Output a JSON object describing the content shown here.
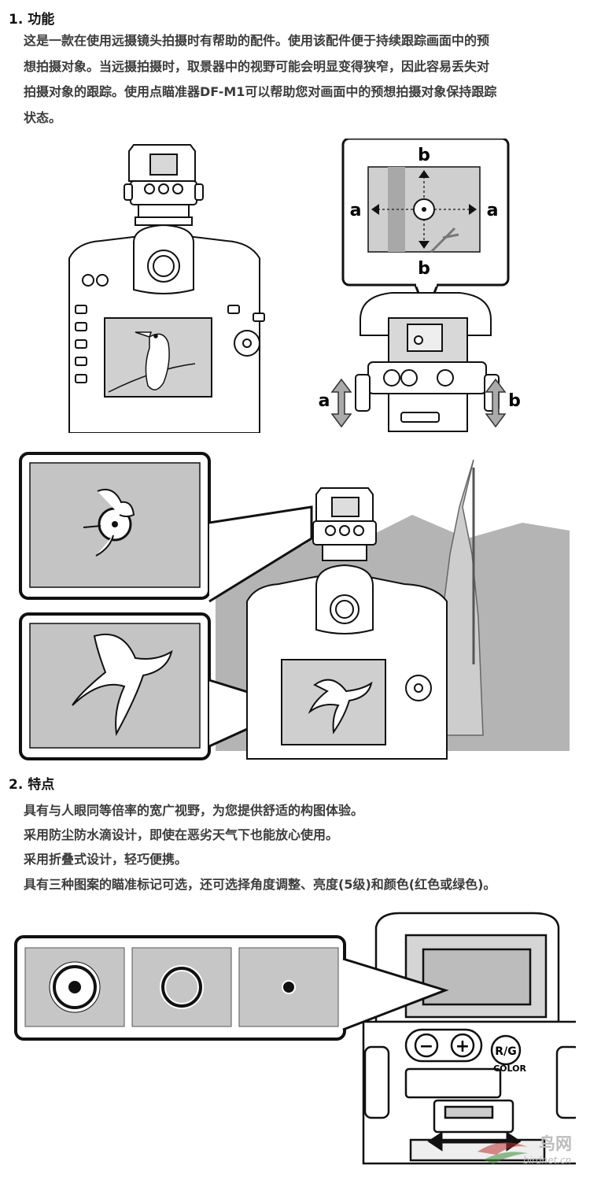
{
  "section1": {
    "heading": "1. 功能",
    "lines": [
      "这是一款在使用远摄镜头拍摄时有帮助的配件。使用该配件便于持续跟踪画面中的预",
      "想拍摄对象。当远摄拍摄时，取景器中的视野可能会明显变得狭窄，因此容易丢失对",
      "拍摄对象的跟踪。使用点瞄准器DF-M1可以帮助您对画面中的预想拍摄对象保持跟踪",
      "状态。"
    ]
  },
  "adjust_diagram": {
    "label_a": "a",
    "label_b": "b"
  },
  "section2": {
    "heading": "2. 特点",
    "features": [
      "具有与人眼同等倍率的宽广视野，为您提供舒适的构图体验。",
      "采用防尘防水滴设计，即使在恶劣天气下也能放心使用。",
      "采用折叠式设计，轻巧便携。",
      "具有三种图案的瞄准标记可选，还可选择角度调整、亮度(5级)和颜色(红色或绿色)。"
    ]
  },
  "control_panel": {
    "minus": "−",
    "plus": "+",
    "color_top": "R/G",
    "color_bottom": "COLOR"
  },
  "watermark": {
    "cn": "鸟网",
    "url": "birdnet.cn"
  }
}
